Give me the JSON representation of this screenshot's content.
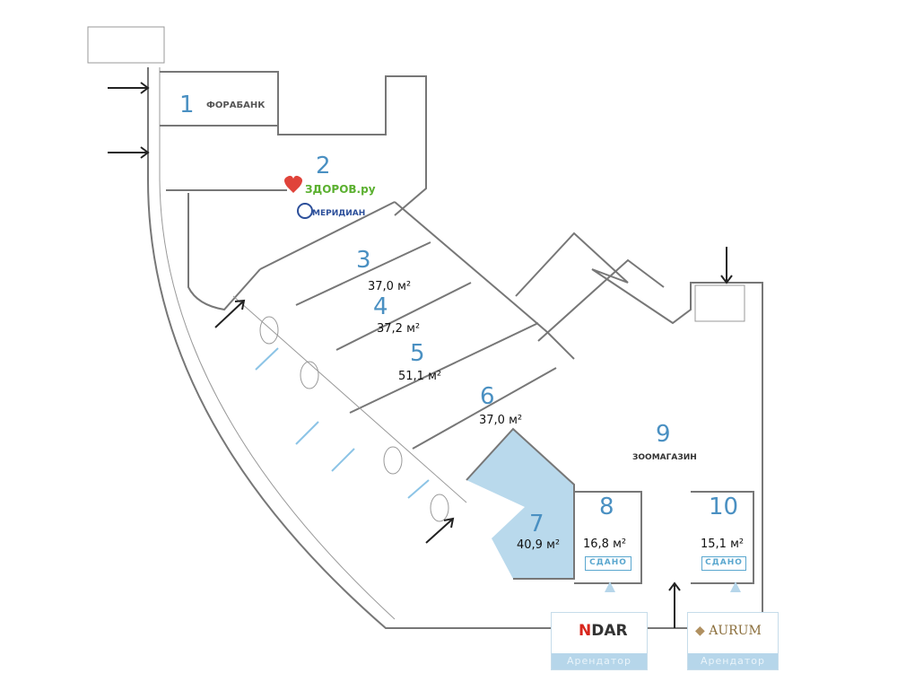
{
  "units": [
    {
      "number": "1",
      "tenant": "ФОРАБАНК"
    },
    {
      "number": "2",
      "tenant": "ЗДОРОВ.ру",
      "tenant2": "МЕРИДИАН"
    },
    {
      "number": "3",
      "area": "37,0 м²"
    },
    {
      "number": "4",
      "area": "37,2 м²"
    },
    {
      "number": "5",
      "area": "51,1 м²"
    },
    {
      "number": "6",
      "area": "37,0 м²"
    },
    {
      "number": "7",
      "area": "40,9 м²",
      "highlighted": true
    },
    {
      "number": "8",
      "area": "16,8 м²",
      "status": "СДАНО"
    },
    {
      "number": "9",
      "tenant": "ЗООМАГАЗИН"
    },
    {
      "number": "10",
      "area": "15,1 м²",
      "status": "СДАНО"
    }
  ],
  "tenant_cards": [
    {
      "logo": "DAR",
      "label": "Арендатор"
    },
    {
      "logo": "AURUM",
      "label": "Арендатор"
    }
  ],
  "colors": {
    "highlight": "#b9d9ec",
    "number": "#4a90c2",
    "wall": "#777777",
    "entry_arrow": "#8cc4e6"
  }
}
